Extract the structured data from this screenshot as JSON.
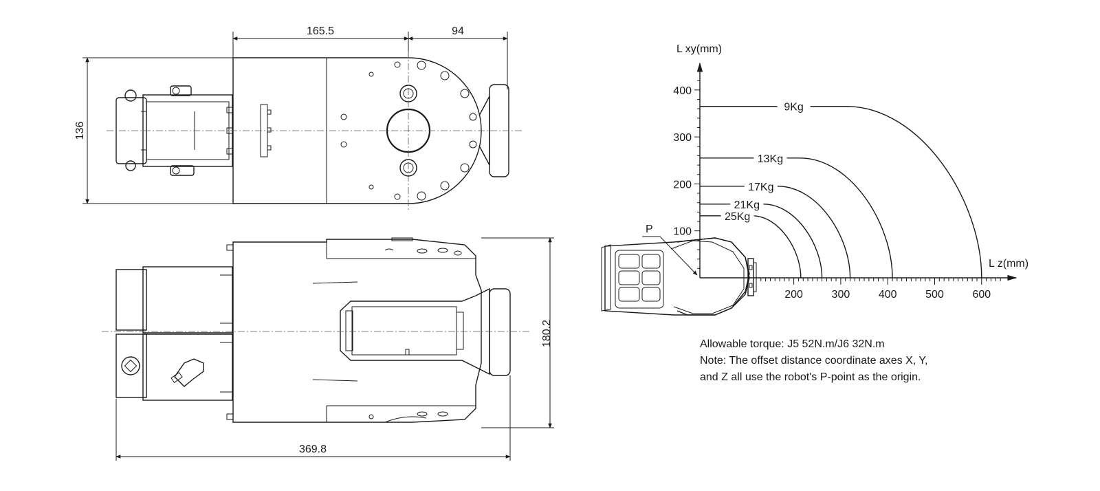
{
  "dimensions": {
    "top_width_left": "165.5",
    "top_width_right": "94",
    "top_height": "136",
    "bottom_height": "180.2",
    "bottom_length": "369.8"
  },
  "chart": {
    "y_axis_label": "L xy(mm)",
    "x_axis_label": "L z(mm)",
    "y_ticks": [
      "100",
      "200",
      "300",
      "400"
    ],
    "x_ticks": [
      "200",
      "300",
      "400",
      "500",
      "600"
    ],
    "origin_label": "P"
  },
  "chart_data": {
    "type": "line",
    "xlabel": "L z(mm)",
    "ylabel": "L xy(mm)",
    "xlim": [
      0,
      650
    ],
    "ylim": [
      0,
      450
    ],
    "series": [
      {
        "name": "9Kg",
        "flat_xy": 365,
        "end_z": 600
      },
      {
        "name": "13Kg",
        "flat_xy": 255,
        "end_z": 410
      },
      {
        "name": "17Kg",
        "flat_xy": 195,
        "end_z": 320
      },
      {
        "name": "21Kg",
        "flat_xy": 157,
        "end_z": 260
      },
      {
        "name": "25Kg",
        "flat_xy": 132,
        "end_z": 215
      }
    ]
  },
  "notes": {
    "line1": "Allowable torque: J5 52N.m/J6 32N.m",
    "line2": "Note: The offset distance coordinate axes X, Y,",
    "line3": "and Z all use the robot's P-point as the origin."
  }
}
